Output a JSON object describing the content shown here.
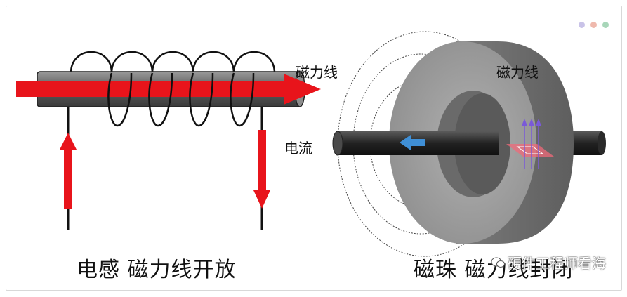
{
  "window_dots": {
    "colors": [
      "#c9c3e8",
      "#efb9ad",
      "#a8d6b9"
    ]
  },
  "labels": {
    "inductor_field_lines": "磁力线",
    "bead_field_lines": "磁力线",
    "current": "电流",
    "inductor_caption": "电感 磁力线开放",
    "bead_caption": "磁珠 磁力线封闭"
  },
  "watermark": {
    "text": "硬件工程师看海"
  },
  "colors": {
    "arrow_red": "#e8141b",
    "rod": "#3a3a3a",
    "ring_face": "#9d9d9d",
    "ring_side": "#7c7c7c",
    "current_arrow": "#3f8fd6"
  }
}
